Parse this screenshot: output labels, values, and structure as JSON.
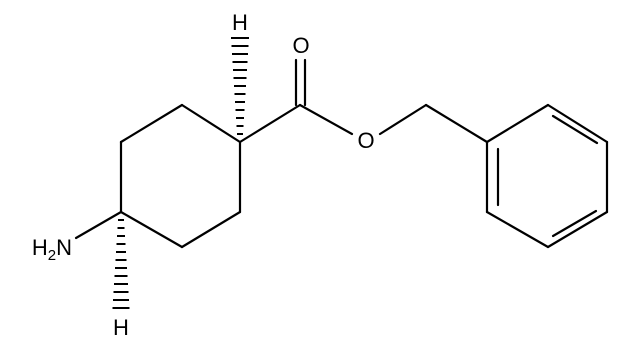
{
  "molecule": {
    "atom_labels": {
      "h_top": "H",
      "h_bottom": "H",
      "carbonyl_oxygen": "O",
      "ester_oxygen": "O",
      "amine_n": "N",
      "amine_h": "H",
      "amine_h_count": "2"
    }
  }
}
